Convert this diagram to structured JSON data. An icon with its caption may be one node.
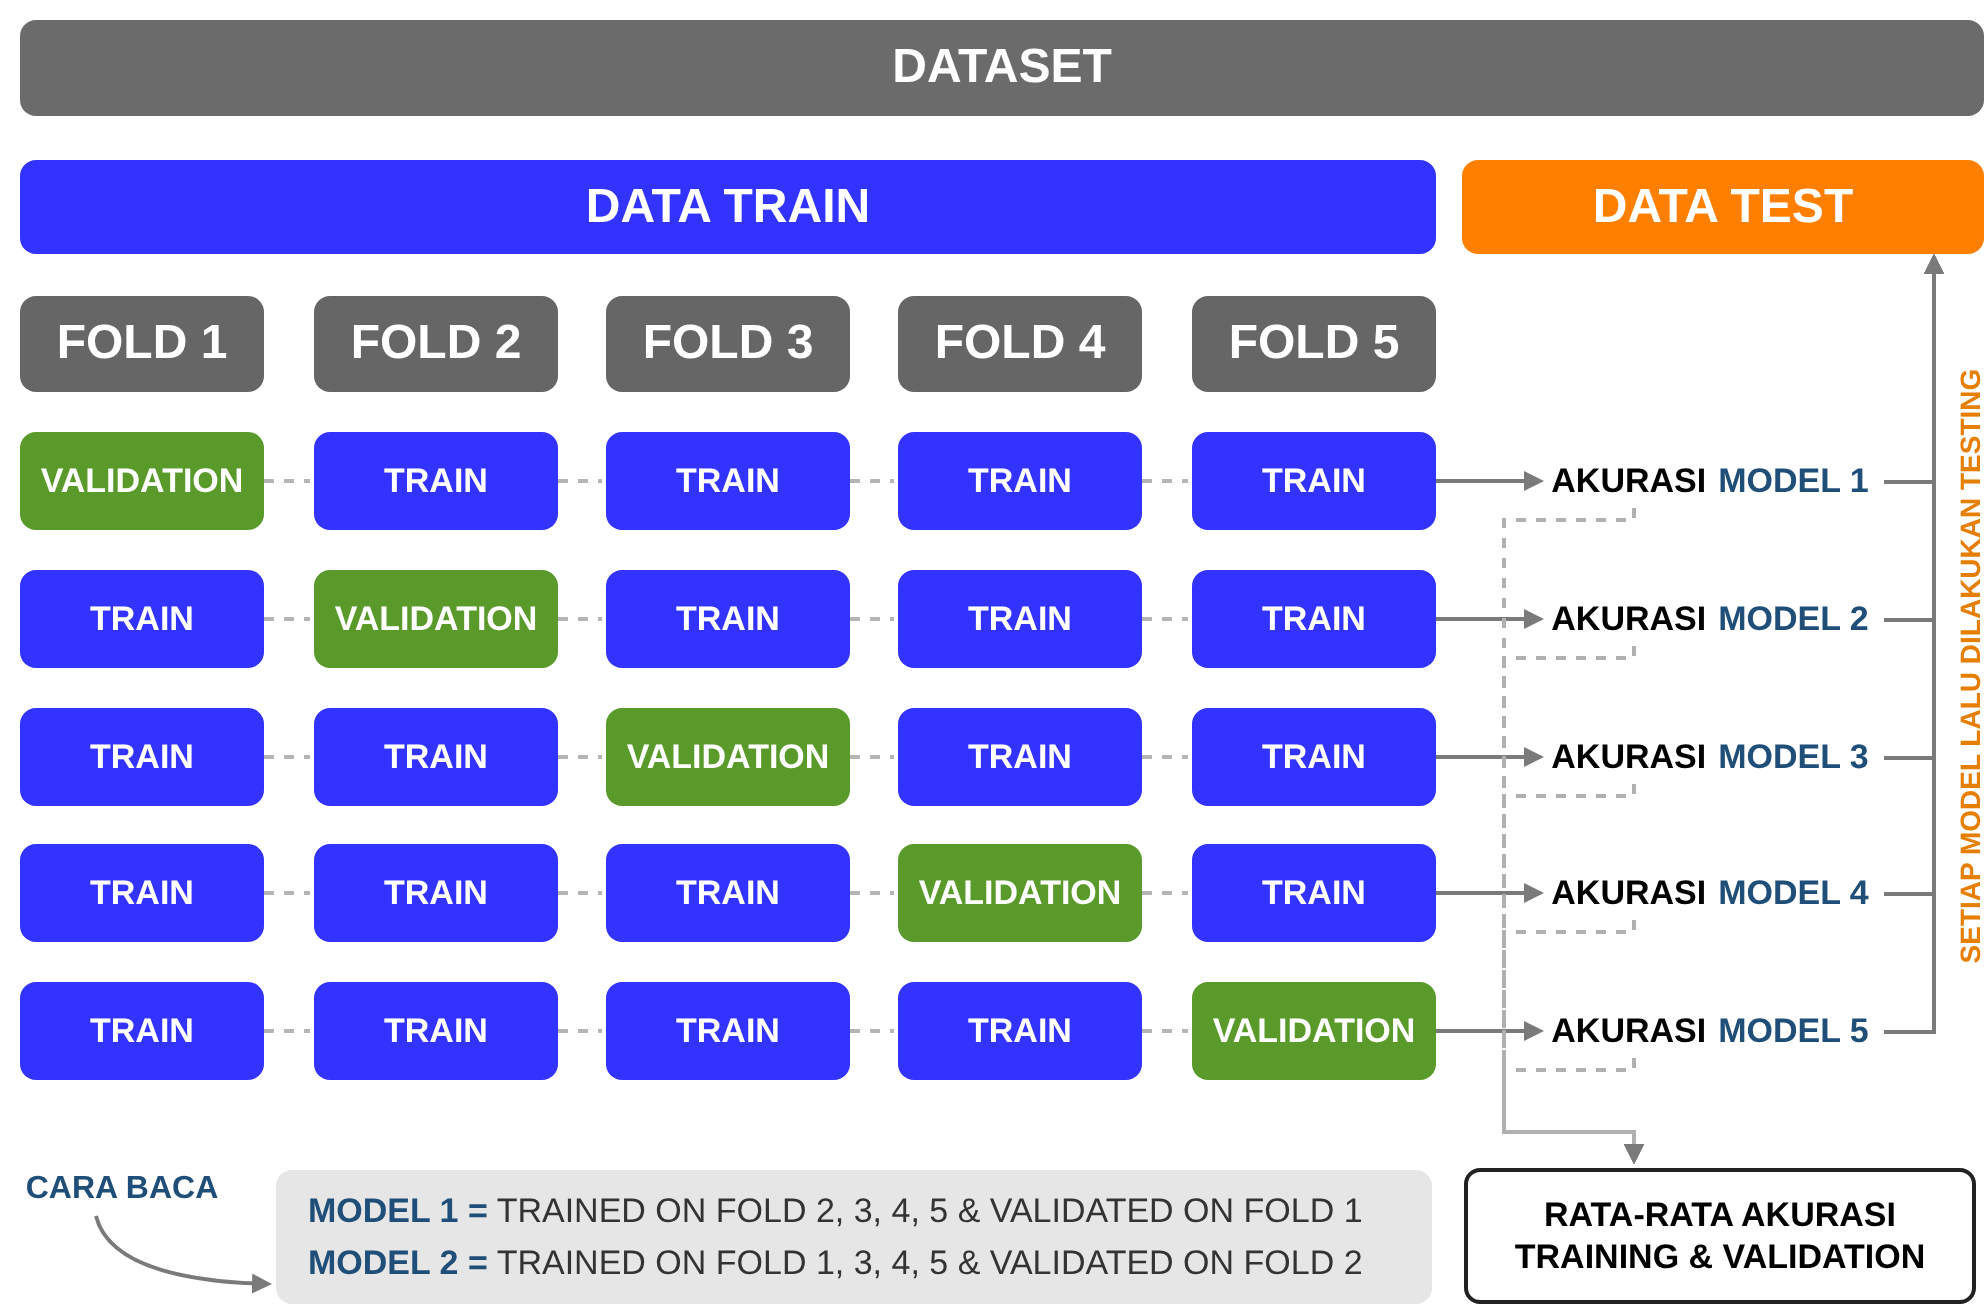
{
  "diagram": {
    "nodes": [
      {
        "text": [
          "DATASET"
        ]
      },
      {
        "text": [
          "DATA TRAIN"
        ]
      },
      {
        "text": [
          "DATA TEST"
        ]
      },
      {
        "text": [
          "FOLD 1"
        ]
      },
      {
        "text": [
          "FOLD 2"
        ]
      },
      {
        "text": [
          "FOLD 3"
        ]
      },
      {
        "text": [
          "FOLD 4"
        ]
      },
      {
        "text": [
          "FOLD 5"
        ]
      },
      {
        "text": [
          "VALIDATION"
        ]
      },
      {
        "text": [
          "TRAIN"
        ]
      },
      {
        "text": [
          "TRAIN"
        ]
      },
      {
        "text": [
          "TRAIN"
        ]
      },
      {
        "text": [
          "TRAIN"
        ]
      },
      {
        "text": [
          "TRAIN"
        ]
      },
      {
        "text": [
          "VALIDATION"
        ]
      },
      {
        "text": [
          "TRAIN"
        ]
      },
      {
        "text": [
          "TRAIN"
        ]
      },
      {
        "text": [
          "TRAIN"
        ]
      },
      {
        "text": [
          "TRAIN"
        ]
      },
      {
        "text": [
          "TRAIN"
        ]
      },
      {
        "text": [
          "VALIDATION"
        ]
      },
      {
        "text": [
          "TRAIN"
        ]
      },
      {
        "text": [
          "TRAIN"
        ]
      },
      {
        "text": [
          "TRAIN"
        ]
      },
      {
        "text": [
          "TRAIN"
        ]
      },
      {
        "text": [
          "TRAIN"
        ]
      },
      {
        "text": [
          "VALIDATION"
        ]
      },
      {
        "text": [
          "TRAIN"
        ]
      },
      {
        "text": [
          "TRAIN"
        ]
      },
      {
        "text": [
          "TRAIN"
        ]
      },
      {
        "text": [
          "TRAIN"
        ]
      },
      {
        "text": [
          "TRAIN"
        ]
      },
      {
        "text": [
          "VALIDATION"
        ]
      },
      {
        "text": [
          "AKURASI",
          "MODEL 1"
        ]
      },
      {
        "text": [
          "AKURASI",
          "MODEL 2"
        ]
      },
      {
        "text": [
          "AKURASI",
          "MODEL 3"
        ]
      },
      {
        "text": [
          "AKURASI",
          "MODEL 4"
        ]
      },
      {
        "text": [
          "AKURASI",
          "MODEL 5"
        ]
      },
      {
        "text": [
          "CARA BACA"
        ]
      },
      {
        "text": [
          "**MODEL 1 =** TRAINED ON FOLD 2, 3, 4, 5 & VALIDATED ON FOLD 1",
          "**MODEL 2 =** TRAINED ON FOLD 1, 3, 4, 5 & VALIDATED ON FOLD 2"
        ]
      },
      {
        "text": [
          "RATA-RATA AKURASI TRAINING & VALIDATION"
        ]
      }
    ],
    "edges": [
      {
        "from": 8,
        "to": 9,
        "arrow": "none",
        "style": "dashed"
      },
      {
        "from": 9,
        "to": 10,
        "arrow": "none",
        "style": "dashed"
      },
      {
        "from": 10,
        "to": 11,
        "arrow": "none",
        "style": "dashed"
      },
      {
        "from": 11,
        "to": 12,
        "arrow": "none",
        "style": "dashed"
      },
      {
        "from": 13,
        "to": 14,
        "arrow": "none",
        "style": "dashed"
      },
      {
        "from": 14,
        "to": 15,
        "arrow": "none",
        "style": "dashed"
      },
      {
        "from": 15,
        "to": 16,
        "arrow": "none",
        "style": "dashed"
      },
      {
        "from": 16,
        "to": 17,
        "arrow": "none",
        "style": "dashed"
      },
      {
        "from": 18,
        "to": 19,
        "arrow": "none",
        "style": "dashed"
      },
      {
        "from": 19,
        "to": 20,
        "arrow": "none",
        "style": "dashed"
      },
      {
        "from": 20,
        "to": 21,
        "arrow": "none",
        "style": "dashed"
      },
      {
        "from": 21,
        "to": 22,
        "arrow": "none",
        "style": "dashed"
      },
      {
        "from": 23,
        "to": 24,
        "arrow": "none",
        "style": "dashed"
      },
      {
        "from": 24,
        "to": 25,
        "arrow": "none",
        "style": "dashed"
      },
      {
        "from": 25,
        "to": 26,
        "arrow": "none",
        "style": "dashed"
      },
      {
        "from": 26,
        "to": 27,
        "arrow": "none",
        "style": "dashed"
      },
      {
        "from": 28,
        "to": 29,
        "arrow": "none",
        "style": "dashed"
      },
      {
        "from": 29,
        "to": 30,
        "arrow": "none",
        "style": "dashed"
      },
      {
        "from": 30,
        "to": 31,
        "arrow": "none",
        "style": "dashed"
      },
      {
        "from": 31,
        "to": 32,
        "arrow": "none",
        "style": "dashed"
      },
      {
        "from": 12,
        "to": 33,
        "arrow": "to"
      },
      {
        "from": 17,
        "to": 34,
        "arrow": "to"
      },
      {
        "from": 22,
        "to": 35,
        "arrow": "to"
      },
      {
        "from": 27,
        "to": 36,
        "arrow": "to"
      },
      {
        "from": 32,
        "to": 37,
        "arrow": "to"
      },
      {
        "from": 33,
        "to": 2,
        "arrow": "to"
      },
      {
        "from": 34,
        "to": 2,
        "arrow": "to"
      },
      {
        "from": 35,
        "to": 2,
        "arrow": "to"
      },
      {
        "from": 36,
        "to": 2,
        "arrow": "to"
      },
      {
        "from": 37,
        "to": 2,
        "arrow": "to"
      },
      {
        "from": 33,
        "to": 40,
        "arrow": "to",
        "style": "dashed"
      },
      {
        "from": 34,
        "to": 40,
        "arrow": "to",
        "style": "dashed"
      },
      {
        "from": 35,
        "to": 40,
        "arrow": "to",
        "style": "dashed"
      },
      {
        "from": 36,
        "to": 40,
        "arrow": "to",
        "style": "dashed"
      },
      {
        "from": 37,
        "to": 40,
        "arrow": "to",
        "style": "dashed"
      },
      {
        "from": 38,
        "to": 39,
        "arrow": "to"
      }
    ],
    "labels": [
      "SETIAP MODEL LALU DILAKUKAN TESTING"
    ]
  }
}
